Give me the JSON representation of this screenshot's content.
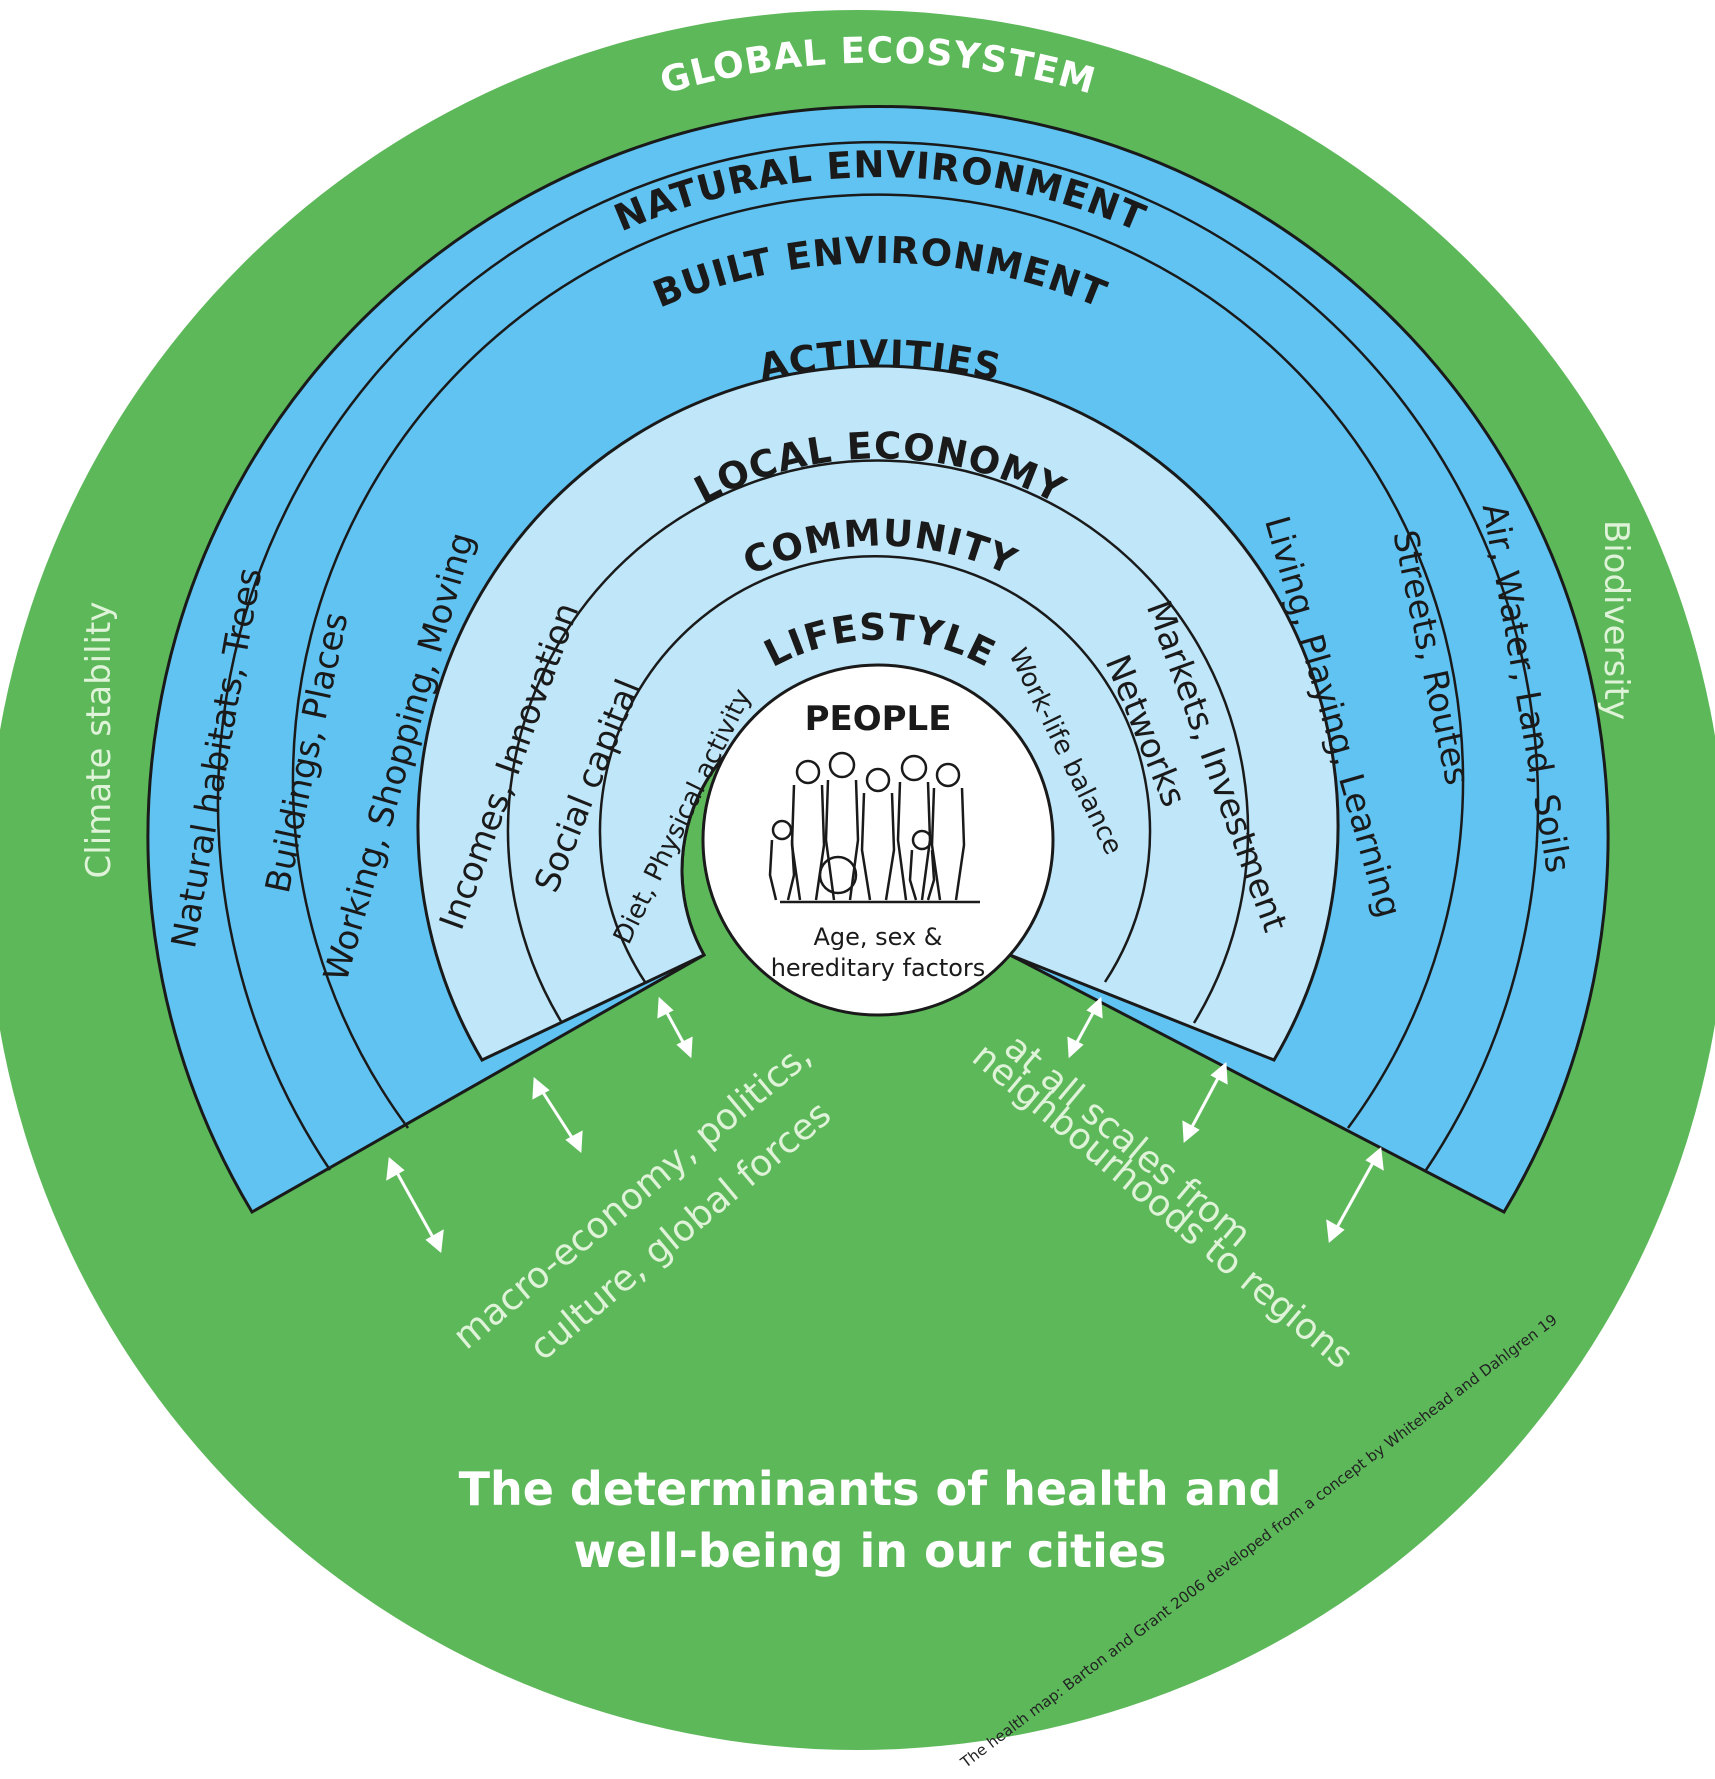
{
  "global": {
    "title": "GLOBAL ECOSYSTEM",
    "left": "Climate stability",
    "right": "Biodiversity"
  },
  "rings": {
    "natural": {
      "title": "NATURAL ENVIRONMENT",
      "left": "Natural habitats, Trees",
      "right": "Air, Water, Land, Soils"
    },
    "built": {
      "title": "BUILT ENVIRONMENT",
      "left": "Buildings, Places",
      "right": "Streets, Routes"
    },
    "activities": {
      "title": "ACTIVITIES",
      "left": "Working, Shopping, Moving",
      "right": "Living, Playing, Learning"
    },
    "economy": {
      "title": "LOCAL ECONOMY",
      "left": "Incomes, Innovation",
      "right": "Markets, Investment"
    },
    "community": {
      "title": "COMMUNITY",
      "left": "Social capital",
      "right": "Networks"
    },
    "lifestyle": {
      "title": "LIFESTYLE",
      "left": "Diet, Physical activity",
      "right": "Work-life balance"
    }
  },
  "people": {
    "title": "PEOPLE",
    "line1": "Age, sex &",
    "line2": "hereditary factors"
  },
  "forces": {
    "left_line1": "macro-economy, politics,",
    "left_line2": "culture, global forces",
    "right_line1": "at all scales from",
    "right_line2": "neighbourhoods to regions"
  },
  "main_title": {
    "line1": "The determinants of health and",
    "line2": "well-being in our cities"
  },
  "credit": "The health map: Barton and Grant 2006 developed from a concept by Whitehead and Dahlgren 19",
  "colors": {
    "green": "#5db85a",
    "blue_outer": "#61c3f2",
    "blue_inner": "#bfe6f9",
    "ink": "#1a1a1a"
  }
}
